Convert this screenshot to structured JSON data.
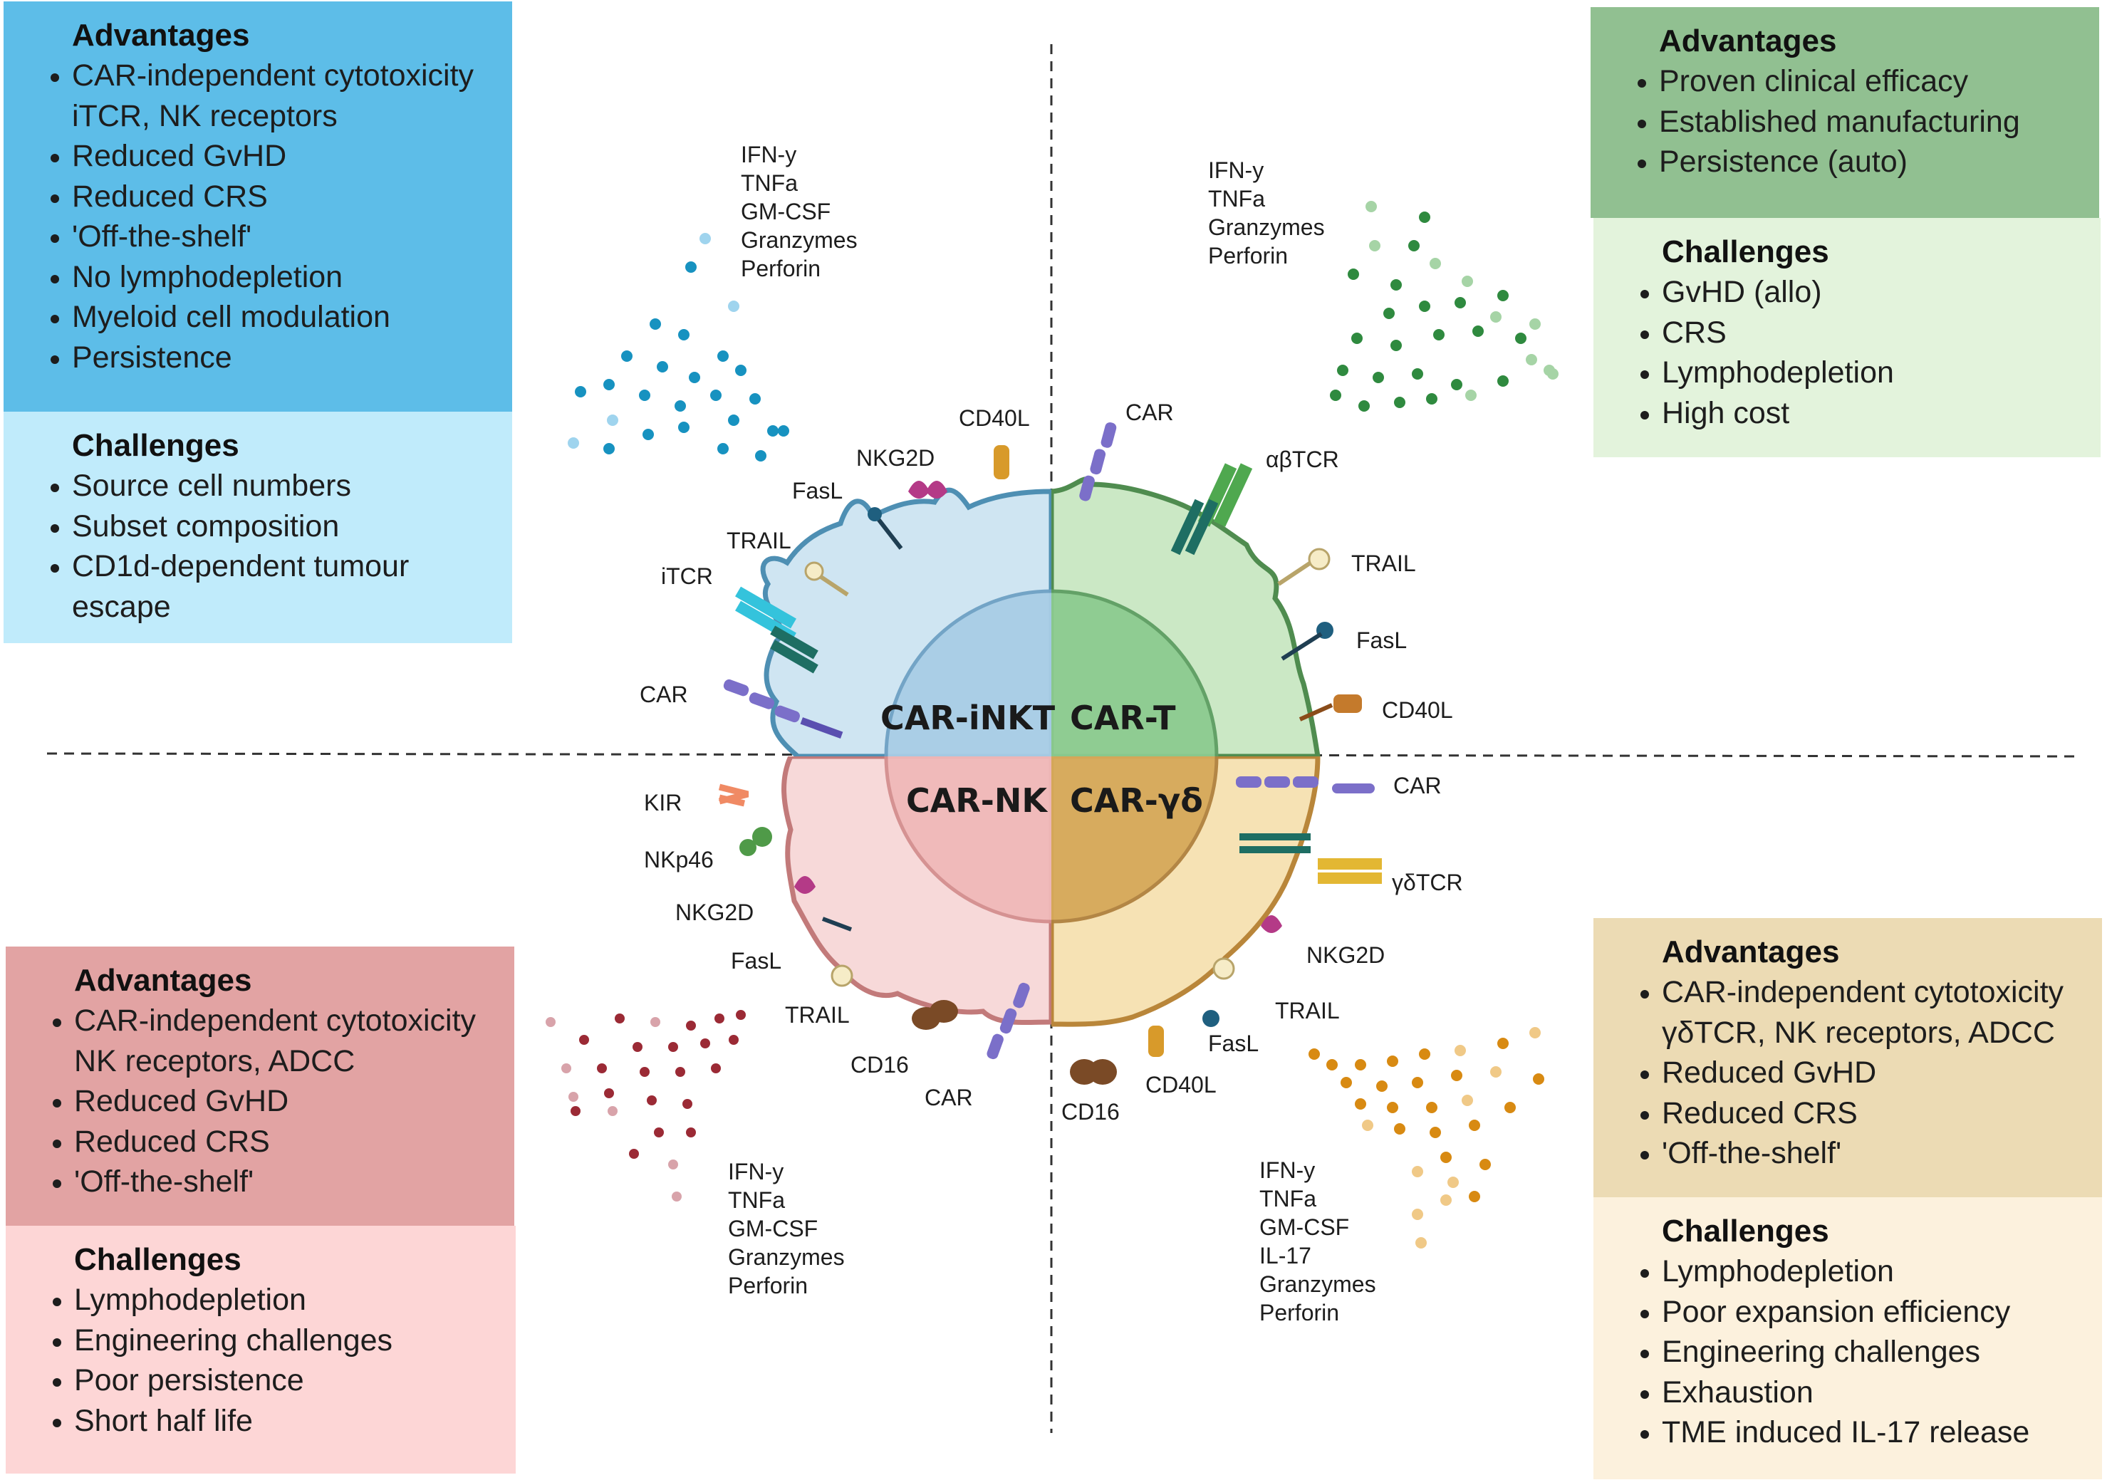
{
  "cells": {
    "inkt": {
      "name": "CAR-iNKT",
      "advantages_title": "Advantages",
      "advantages": [
        "CAR-independent cytotoxicity\niTCR, NK receptors",
        "Reduced GvHD",
        "Reduced CRS",
        "'Off-the-shelf'",
        "No lymphodepletion",
        "Myeloid cell modulation",
        "Persistence"
      ],
      "challenges_title": "Challenges",
      "challenges": [
        "Source cell numbers",
        "Subset composition",
        "CD1d-dependent tumour\nescape"
      ],
      "cytokines": [
        "IFN-y",
        "TNFa",
        "GM-CSF",
        "Granzymes",
        "Perforin"
      ],
      "receptors": [
        "CD40L",
        "NKG2D",
        "FasL",
        "TRAIL",
        "iTCR",
        "CAR"
      ]
    },
    "t": {
      "name": "CAR-T",
      "advantages_title": "Advantages",
      "advantages": [
        "Proven clinical efficacy",
        "Established manufacturing",
        "Persistence (auto)"
      ],
      "challenges_title": "Challenges",
      "challenges": [
        "GvHD (allo)",
        "CRS",
        "Lymphodepletion",
        "High cost"
      ],
      "cytokines": [
        "IFN-y",
        "TNFa",
        "Granzymes",
        "Perforin"
      ],
      "receptors": [
        "CAR",
        "αβTCR",
        "TRAIL",
        "FasL",
        "CD40L"
      ]
    },
    "nk": {
      "name": "CAR-NK",
      "advantages_title": "Advantages",
      "advantages": [
        "CAR-independent cytotoxicity\nNK receptors, ADCC",
        "Reduced GvHD",
        "Reduced CRS",
        "'Off-the-shelf'"
      ],
      "challenges_title": "Challenges",
      "challenges": [
        "Lymphodepletion",
        "Engineering challenges",
        "Poor persistence",
        "Short half life"
      ],
      "cytokines": [
        "IFN-y",
        "TNFa",
        "GM-CSF",
        "Granzymes",
        "Perforin"
      ],
      "receptors": [
        "KIR",
        "NKp46",
        "NKG2D",
        "FasL",
        "TRAIL",
        "CD16",
        "CAR"
      ]
    },
    "gd": {
      "name": "CAR-γδ",
      "advantages_title": "Advantages",
      "advantages": [
        "CAR-independent cytotoxicity\nγδTCR, NK receptors, ADCC",
        "Reduced GvHD",
        "Reduced CRS",
        "'Off-the-shelf'"
      ],
      "challenges_title": "Challenges",
      "challenges": [
        "Lymphodepletion",
        "Poor expansion efficiency",
        "Engineering challenges",
        "Exhaustion",
        "TME induced IL-17 release"
      ],
      "cytokines": [
        "IFN-y",
        "TNFa",
        "GM-CSF",
        "IL-17",
        "Granzymes",
        "Perforin"
      ],
      "receptors": [
        "CAR",
        "γδTCR",
        "NKG2D",
        "TRAIL",
        "FasL",
        "CD40L",
        "CD16"
      ]
    }
  },
  "colors": {
    "inkt_box": "#5dbde8",
    "inkt_challenge": "#c0ebfb",
    "inkt_cell": "#b9daee",
    "t_box": "#91c091",
    "t_challenge": "#e3f3dc",
    "t_cell": "#a9d8a9",
    "nk_box": "#e2a3a3",
    "nk_challenge": "#fdd6d6",
    "nk_cell": "#f3c4c4",
    "gd_box": "#ecdbb4",
    "gd_challenge": "#fcf1dd",
    "gd_cell": "#e8c07d"
  }
}
